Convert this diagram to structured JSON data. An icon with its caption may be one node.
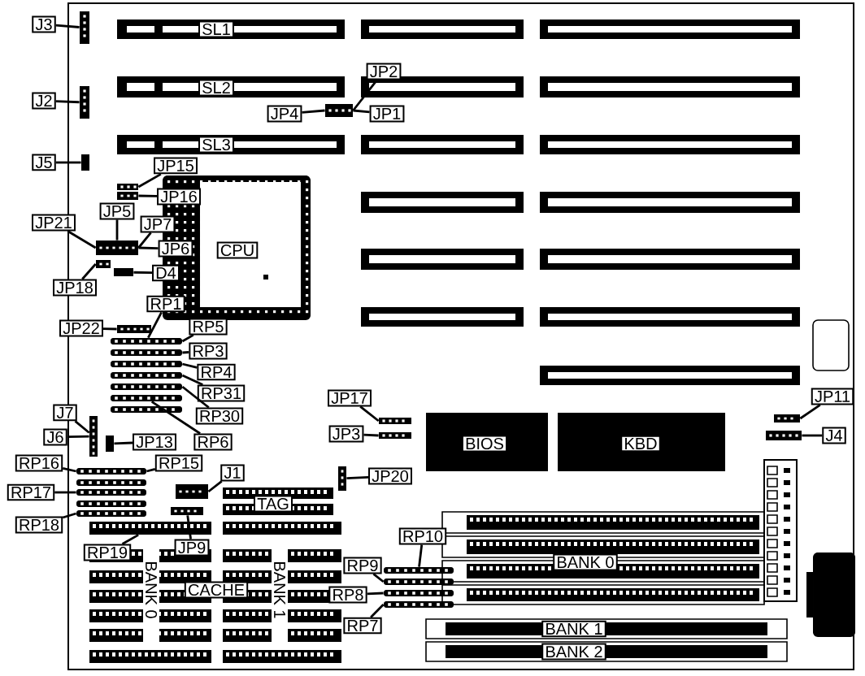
{
  "diagram": {
    "nodes": [
      {
        "text": [
          "J3"
        ]
      },
      {
        "text": [
          "SL1"
        ]
      },
      {
        "text": [
          "J2"
        ]
      },
      {
        "text": [
          "SL2"
        ]
      },
      {
        "text": [
          "JP2"
        ]
      },
      {
        "text": [
          "JP4"
        ]
      },
      {
        "text": [
          "JP1"
        ]
      },
      {
        "text": [
          "J5"
        ]
      },
      {
        "text": [
          "SL3"
        ]
      },
      {
        "text": [
          "JP15"
        ]
      },
      {
        "text": [
          "JP16"
        ]
      },
      {
        "text": [
          "JP21"
        ]
      },
      {
        "text": [
          "JP5"
        ]
      },
      {
        "text": [
          "JP7"
        ]
      },
      {
        "text": [
          "JP6"
        ]
      },
      {
        "text": [
          "CPU"
        ]
      },
      {
        "text": [
          "JP18"
        ]
      },
      {
        "text": [
          "D4"
        ]
      },
      {
        "text": [
          "RP1"
        ]
      },
      {
        "text": [
          "JP22"
        ]
      },
      {
        "text": [
          "RP5"
        ]
      },
      {
        "text": [
          "RP3"
        ]
      },
      {
        "text": [
          "RP4"
        ]
      },
      {
        "text": [
          "RP31"
        ]
      },
      {
        "text": [
          "RP30"
        ]
      },
      {
        "text": [
          "J7"
        ]
      },
      {
        "text": [
          "J6"
        ]
      },
      {
        "text": [
          "JP13"
        ]
      },
      {
        "text": [
          "RP6"
        ]
      },
      {
        "text": [
          "RP16"
        ]
      },
      {
        "text": [
          "RP15"
        ]
      },
      {
        "text": [
          "JP17"
        ]
      },
      {
        "text": [
          "JP3"
        ]
      },
      {
        "text": [
          "BIOS"
        ]
      },
      {
        "text": [
          "KBD"
        ]
      },
      {
        "text": [
          "JP11"
        ]
      },
      {
        "text": [
          "J4"
        ]
      },
      {
        "text": [
          "RP17"
        ]
      },
      {
        "text": [
          "J1"
        ]
      },
      {
        "text": [
          "JP20"
        ]
      },
      {
        "text": [
          "TAG"
        ]
      },
      {
        "text": [
          "RP18"
        ]
      },
      {
        "text": [
          "RP19"
        ]
      },
      {
        "text": [
          "JP9"
        ]
      },
      {
        "text": [
          "BANK 0"
        ]
      },
      {
        "text": [
          "BANK 1"
        ]
      },
      {
        "text": [
          "RP10"
        ]
      },
      {
        "text": [
          "RP9"
        ]
      },
      {
        "text": [
          "CACHE"
        ]
      },
      {
        "text": [
          "BANK 0"
        ]
      },
      {
        "text": [
          "RP8"
        ]
      },
      {
        "text": [
          "RP7"
        ]
      },
      {
        "text": [
          "BANK 1"
        ]
      },
      {
        "text": [
          "BANK 2"
        ]
      },
      {
        "text": [],
        "shape": "box"
      },
      {
        "text": [],
        "shape": "box"
      },
      {
        "text": [],
        "shape": "box"
      },
      {
        "text": [],
        "shape": "box"
      },
      {
        "text": [],
        "shape": "box"
      },
      {
        "text": [],
        "shape": "box"
      },
      {
        "text": [],
        "shape": "box"
      },
      {
        "text": [],
        "shape": "box"
      },
      {
        "text": [],
        "shape": "box"
      },
      {
        "text": [],
        "shape": "box"
      },
      {
        "text": [],
        "shape": "box"
      },
      {
        "text": [],
        "shape": "box"
      },
      {
        "text": [],
        "shape": "box"
      },
      {
        "text": [],
        "shape": "box"
      },
      {
        "text": [],
        "shape": "box"
      },
      {
        "text": [],
        "shape": "box"
      },
      {
        "text": [],
        "shape": "box"
      },
      {
        "text": [],
        "shape": "box"
      },
      {
        "text": [],
        "shape": "box"
      },
      {
        "text": [],
        "shape": "box"
      },
      {
        "text": [],
        "shape": "box"
      },
      {
        "text": [],
        "shape": "box"
      },
      {
        "text": [],
        "shape": "box"
      },
      {
        "text": [],
        "shape": "box"
      },
      {
        "text": [],
        "shape": "box"
      },
      {
        "text": [],
        "shape": "box"
      },
      {
        "text": [],
        "shape": "box"
      },
      {
        "text": [],
        "shape": "box"
      },
      {
        "text": [],
        "shape": "box"
      },
      {
        "text": [],
        "shape": "box"
      },
      {
        "text": [],
        "shape": "box"
      },
      {
        "text": [],
        "shape": "box"
      },
      {
        "text": [],
        "shape": "box"
      },
      {
        "text": [],
        "shape": "box"
      },
      {
        "text": [],
        "shape": "box"
      },
      {
        "text": [],
        "shape": "box"
      },
      {
        "text": [],
        "shape": "box"
      },
      {
        "text": [],
        "shape": "box"
      },
      {
        "text": [],
        "shape": "box"
      },
      {
        "text": [],
        "shape": "box"
      },
      {
        "text": [],
        "shape": "box"
      },
      {
        "text": [],
        "shape": "box"
      },
      {
        "text": [],
        "shape": "box"
      },
      {
        "text": [],
        "shape": "box"
      },
      {
        "text": [],
        "shape": "box"
      },
      {
        "text": [],
        "shape": "box"
      }
    ],
    "edges": [
      {
        "from": 0,
        "to": 54,
        "arrow": "none"
      },
      {
        "from": 2,
        "to": 55,
        "arrow": "none"
      },
      {
        "from": 4,
        "to": 56,
        "arrow": "none"
      },
      {
        "from": 5,
        "to": 56,
        "arrow": "none"
      },
      {
        "from": 6,
        "to": 56,
        "arrow": "none"
      },
      {
        "from": 7,
        "to": 57,
        "arrow": "none"
      },
      {
        "from": 9,
        "to": 58,
        "arrow": "none"
      },
      {
        "from": 10,
        "to": 59,
        "arrow": "none"
      },
      {
        "from": 11,
        "to": 60,
        "arrow": "none"
      },
      {
        "from": 12,
        "to": 60,
        "arrow": "none"
      },
      {
        "from": 13,
        "to": 60,
        "arrow": "none"
      },
      {
        "from": 14,
        "to": 60,
        "arrow": "none"
      },
      {
        "from": 16,
        "to": 61,
        "arrow": "none"
      },
      {
        "from": 17,
        "to": 62,
        "arrow": "none"
      },
      {
        "from": 19,
        "to": 63,
        "arrow": "none"
      },
      {
        "from": 18,
        "to": 64,
        "arrow": "none"
      },
      {
        "from": 20,
        "to": 64,
        "arrow": "none"
      },
      {
        "from": 21,
        "to": 65,
        "arrow": "none"
      },
      {
        "from": 22,
        "to": 66,
        "arrow": "none"
      },
      {
        "from": 23,
        "to": 67,
        "arrow": "none"
      },
      {
        "from": 24,
        "to": 68,
        "arrow": "none"
      },
      {
        "from": 28,
        "to": 69,
        "arrow": "none"
      },
      {
        "from": 25,
        "to": 70,
        "arrow": "none"
      },
      {
        "from": 26,
        "to": 70,
        "arrow": "none"
      },
      {
        "from": 27,
        "to": 71,
        "arrow": "none"
      },
      {
        "from": 31,
        "to": 72,
        "arrow": "none"
      },
      {
        "from": 32,
        "to": 73,
        "arrow": "none"
      },
      {
        "from": 35,
        "to": 74,
        "arrow": "none"
      },
      {
        "from": 36,
        "to": 75,
        "arrow": "none"
      },
      {
        "from": 29,
        "to": 76,
        "arrow": "none"
      },
      {
        "from": 30,
        "to": 76,
        "arrow": "none"
      },
      {
        "from": 37,
        "to": 77,
        "arrow": "none"
      },
      {
        "from": 41,
        "to": 78,
        "arrow": "none"
      },
      {
        "from": 38,
        "to": 79,
        "arrow": "none"
      },
      {
        "from": 39,
        "to": 80,
        "arrow": "none"
      },
      {
        "from": 43,
        "to": 81,
        "arrow": "none"
      },
      {
        "from": 42,
        "to": 82,
        "arrow": "none"
      },
      {
        "from": 46,
        "to": 83,
        "arrow": "none"
      },
      {
        "from": 47,
        "to": 84,
        "arrow": "none"
      },
      {
        "from": 50,
        "to": 85,
        "arrow": "none"
      },
      {
        "from": 51,
        "to": 86,
        "arrow": "none"
      }
    ]
  }
}
